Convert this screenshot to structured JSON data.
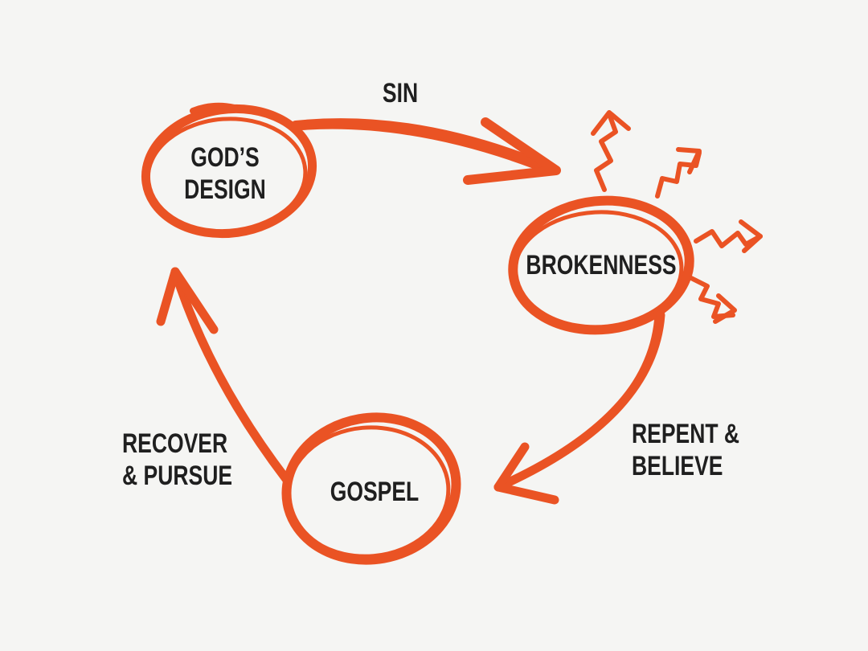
{
  "colors": {
    "background": "#f5f5f3",
    "accent": "#ea5324",
    "text": "#1f1f1f"
  },
  "nodes": {
    "gods_design": {
      "line1": "GOD’S",
      "line2": "DESIGN"
    },
    "brokenness": {
      "label": "BROKENNESS"
    },
    "gospel": {
      "label": "GOSPEL"
    }
  },
  "edges": {
    "sin": {
      "label": "SIN"
    },
    "repent": {
      "line1": "REPENT &",
      "line2": "BELIEVE"
    },
    "recover": {
      "line1": "RECOVER",
      "line2": "& PURSUE"
    }
  }
}
